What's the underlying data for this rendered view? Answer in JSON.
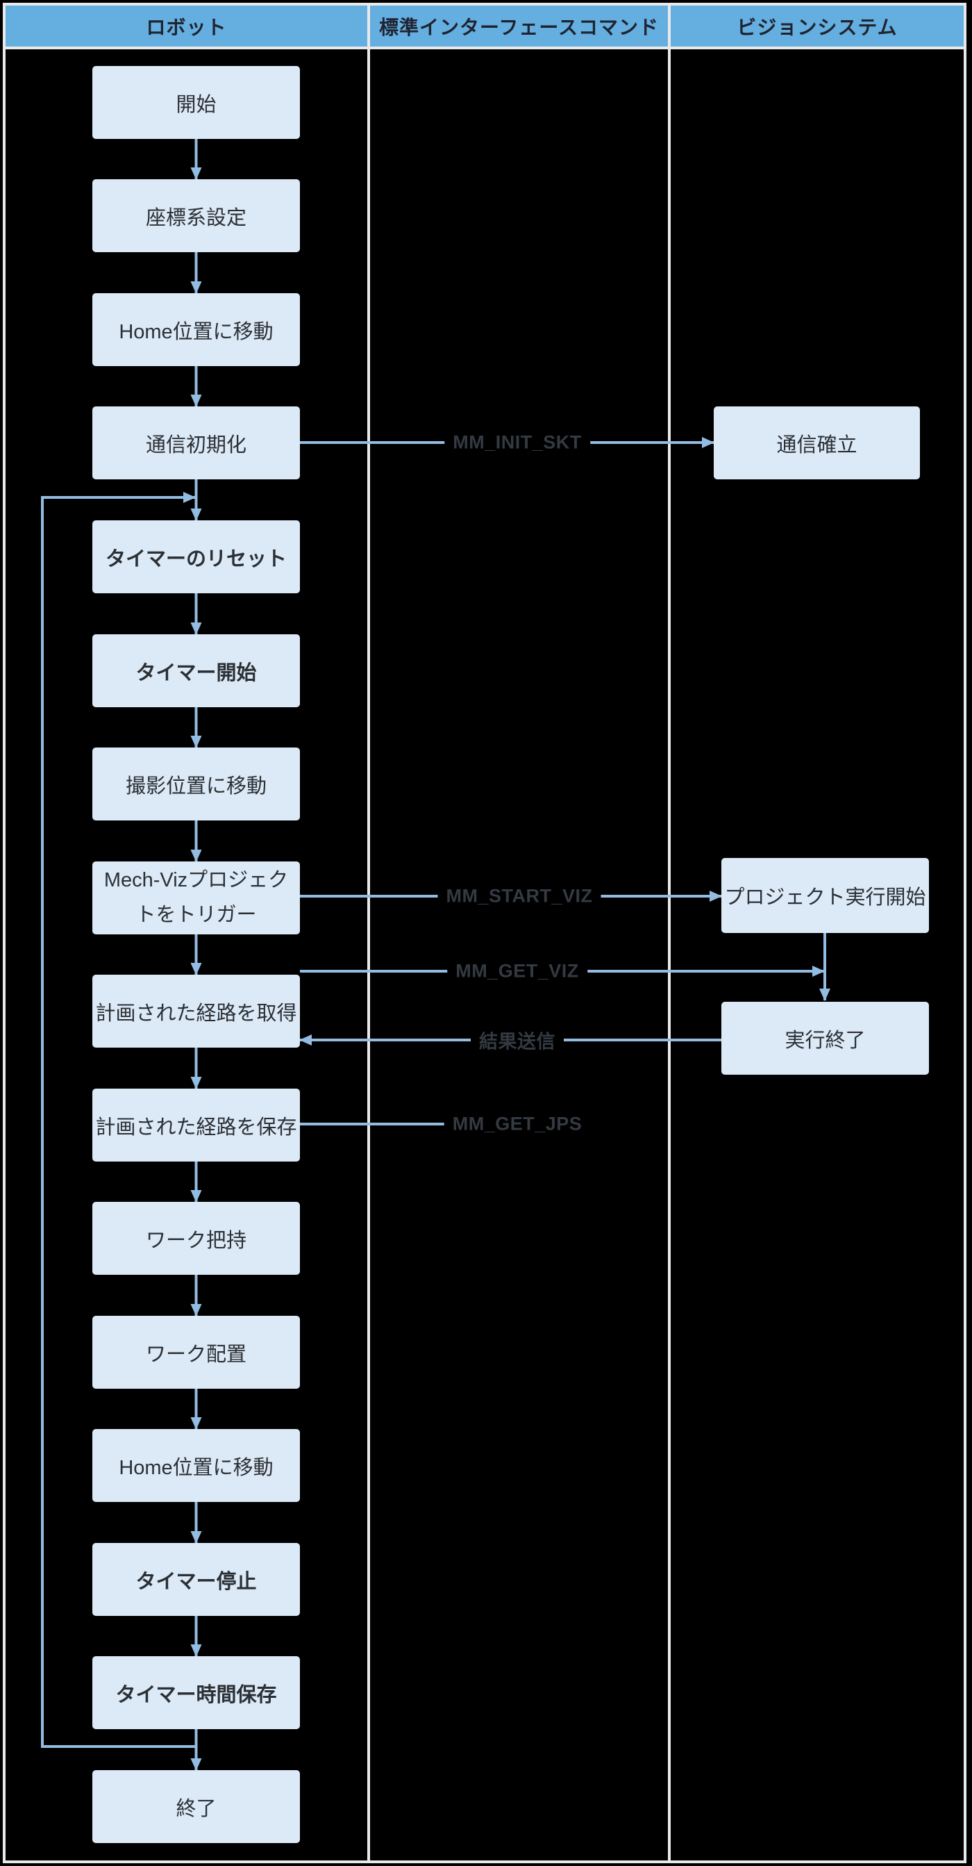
{
  "diagram": {
    "columns": [
      {
        "id": "robot",
        "label": "ロボット"
      },
      {
        "id": "commands",
        "label": "標準インターフェースコマンド"
      },
      {
        "id": "vision",
        "label": "ビジョンシステム"
      }
    ],
    "robot_nodes": [
      {
        "id": "start",
        "label": "開始"
      },
      {
        "id": "set-coord",
        "label": "座標系設定"
      },
      {
        "id": "home-1",
        "label": "Home位置に移動"
      },
      {
        "id": "comm-init",
        "label": "通信初期化"
      },
      {
        "id": "timer-reset",
        "label": "タイマーのリセット",
        "bold": true
      },
      {
        "id": "timer-start",
        "label": "タイマー開始",
        "bold": true
      },
      {
        "id": "move-capture",
        "label": "撮影位置に移動"
      },
      {
        "id": "trigger-viz",
        "label": "Mech-Vizプロジェクトをトリガー",
        "wrap": true
      },
      {
        "id": "get-path",
        "label": "計画された経路を取得"
      },
      {
        "id": "save-path",
        "label": "計画された経路を保存"
      },
      {
        "id": "grasp-work",
        "label": "ワーク把持"
      },
      {
        "id": "place-work",
        "label": "ワーク配置"
      },
      {
        "id": "home-2",
        "label": "Home位置に移動"
      },
      {
        "id": "timer-stop",
        "label": "タイマー停止",
        "bold": true
      },
      {
        "id": "timer-save",
        "label": "タイマー時間保存",
        "bold": true
      },
      {
        "id": "end",
        "label": "終了"
      }
    ],
    "vision_nodes": [
      {
        "id": "comm-established",
        "label": "通信確立"
      },
      {
        "id": "project-start",
        "label": "プロジェクト実行開始"
      },
      {
        "id": "project-end",
        "label": "実行終了"
      }
    ],
    "messages": [
      {
        "id": "mm-init-skt",
        "label": "MM_INIT_SKT"
      },
      {
        "id": "mm-start-viz",
        "label": "MM_START_VIZ"
      },
      {
        "id": "mm-get-viz",
        "label": "MM_GET_VIZ"
      },
      {
        "id": "result-send",
        "label": "結果送信"
      },
      {
        "id": "mm-get-jps",
        "label": "MM_GET_JPS"
      }
    ],
    "colors": {
      "header_fill": "#65AEE0",
      "node_fill": "#DCE9F6",
      "arrow": "#93BCE2",
      "message_text": "#343A42",
      "grid_line": "#E9E9E9",
      "background": "#000000"
    }
  }
}
